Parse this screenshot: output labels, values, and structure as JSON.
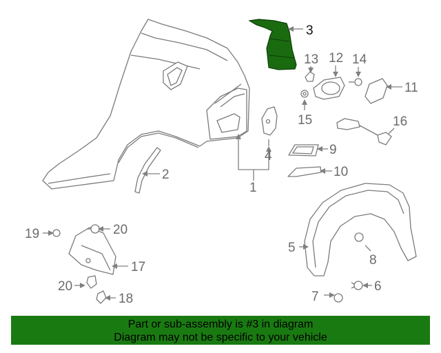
{
  "diagram": {
    "highlight_color": "#1a6b10",
    "callouts": {
      "c1": "1",
      "c2": "2",
      "c3": "3",
      "c4": "4",
      "c5": "5",
      "c6": "6",
      "c7": "7",
      "c8": "8",
      "c9": "9",
      "c10": "10",
      "c11": "11",
      "c12": "12",
      "c13": "13",
      "c14": "14",
      "c15": "15",
      "c16": "16",
      "c17": "17",
      "c18": "18",
      "c19": "19",
      "c20a": "20",
      "c20b": "20"
    }
  },
  "banner": {
    "line1": "Part or sub-assembly is #3 in diagram",
    "line2": "Diagram may not be specific to your vehicle",
    "background": "#1a7a12"
  }
}
